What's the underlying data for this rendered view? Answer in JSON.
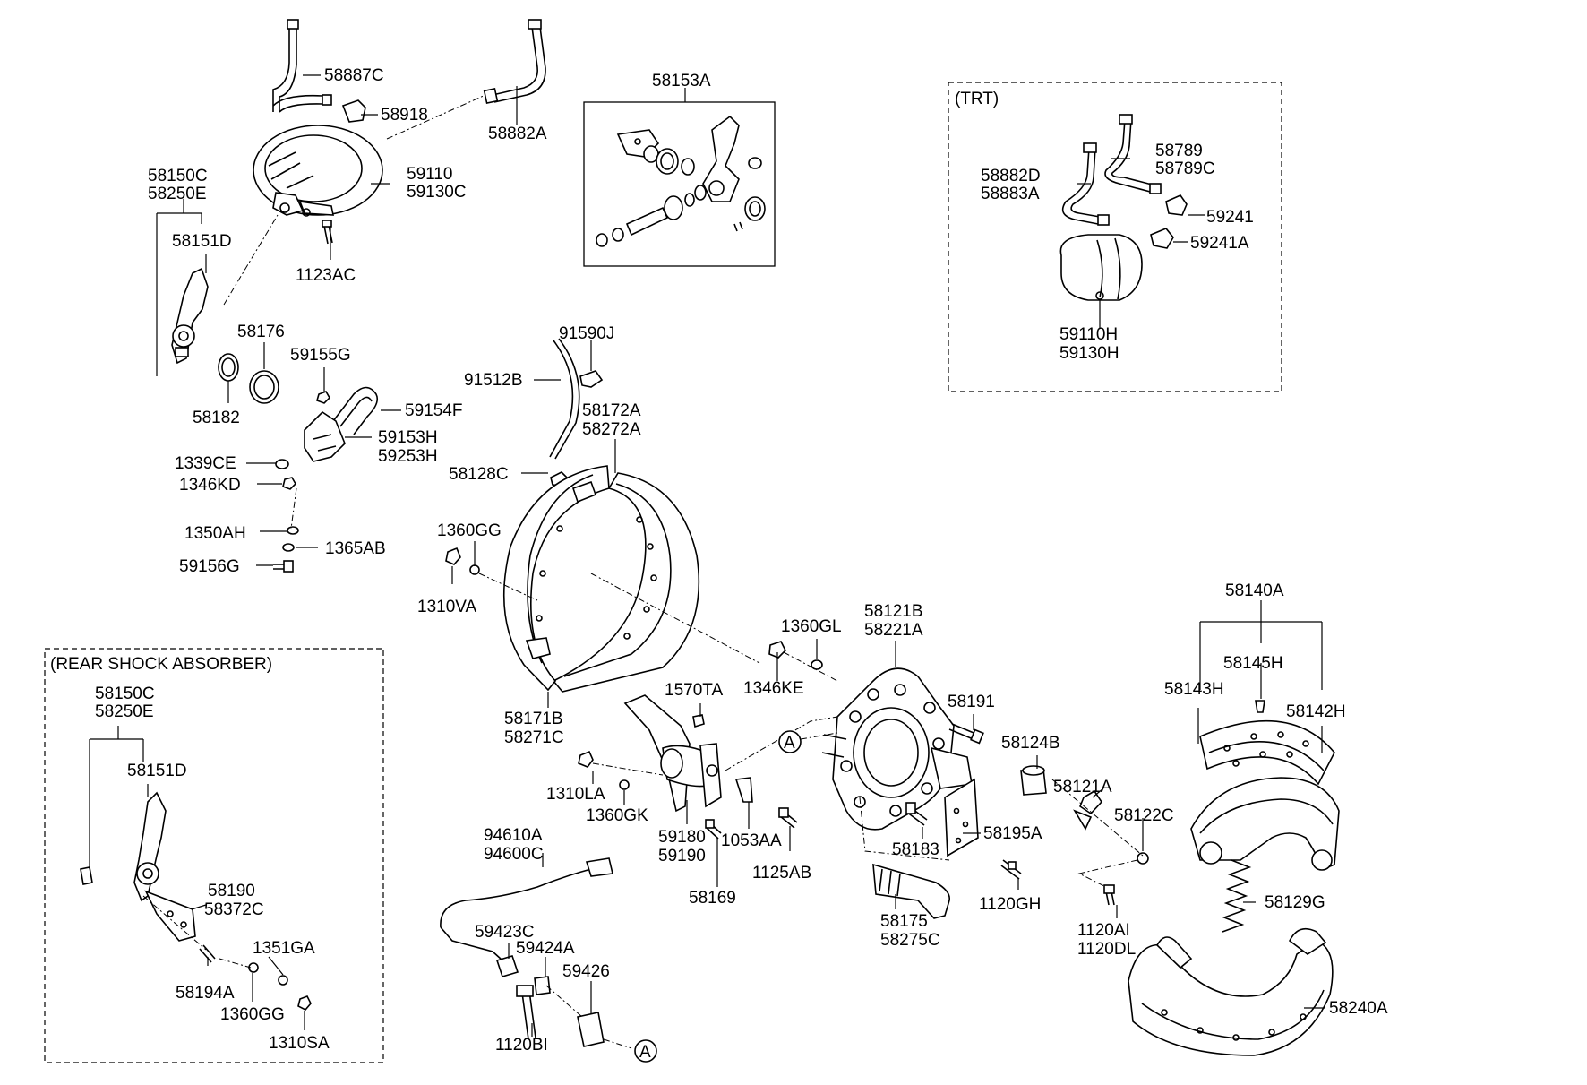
{
  "groups": {
    "trt": "(TRT)",
    "rear_shock": "(REAR SHOCK ABSORBER)"
  },
  "callout_marker": "A",
  "labels": {
    "p58887C": "58887C",
    "p58918": "58918",
    "p58882A": "58882A",
    "p58153A": "58153A",
    "p59110": "59110",
    "p59130C": "59130C",
    "p58150C": "58150C",
    "p58250E": "58250E",
    "p58151D": "58151D",
    "p1123AC": "1123AC",
    "p58176": "58176",
    "p59155G": "59155G",
    "p58182": "58182",
    "p59154F": "59154F",
    "p59153H": "59153H",
    "p59253H": "59253H",
    "p1339CE": "1339CE",
    "p1346KD": "1346KD",
    "p1350AH": "1350AH",
    "p1365AB": "1365AB",
    "p59156G": "59156G",
    "p91590J": "91590J",
    "p91512B": "91512B",
    "p58172A": "58172A",
    "p58272A": "58272A",
    "p58128C": "58128C",
    "p1360GG": "1360GG",
    "p1310VA": "1310VA",
    "p58171B": "58171B",
    "p58271C": "58271C",
    "p58882D": "58882D",
    "p58883A": "58883A",
    "p58789": "58789",
    "p58789C": "58789C",
    "p59241": "59241",
    "p59241A": "59241A",
    "p59110H": "59110H",
    "p59130H": "59130H",
    "p58140A": "58140A",
    "p58145H": "58145H",
    "p58143H": "58143H",
    "p58142H": "58142H",
    "p58121B": "58121B",
    "p58221A": "58221A",
    "p1360GL": "1360GL",
    "p1346KE": "1346KE",
    "p1570TA": "1570TA",
    "p58191": "58191",
    "p58124B": "58124B",
    "p58121A": "58121A",
    "p58122C": "58122C",
    "p1310LA": "1310LA",
    "p1360GK": "1360GK",
    "p58195A": "58195A",
    "p58183": "58183",
    "p59180": "59180",
    "p59190": "59190",
    "p1053AA": "1053AA",
    "p1125AB": "1125AB",
    "p58169": "58169",
    "p1120GH": "1120GH",
    "p58175": "58175",
    "p58275C": "58275C",
    "p1120AI": "1120AI",
    "p1120DL": "1120DL",
    "p58129G": "58129G",
    "p58240A": "58240A",
    "p94610A": "94610A",
    "p94600C": "94600C",
    "p59423C": "59423C",
    "p59424A": "59424A",
    "p59426": "59426",
    "p1120BI": "1120BI",
    "r58150C": "58150C",
    "r58250E": "58250E",
    "r58151D": "58151D",
    "r58190": "58190",
    "r58372C": "58372C",
    "r1351GA": "1351GA",
    "r58194A": "58194A",
    "r1360GG": "1360GG",
    "r1310SA": "1310SA"
  }
}
